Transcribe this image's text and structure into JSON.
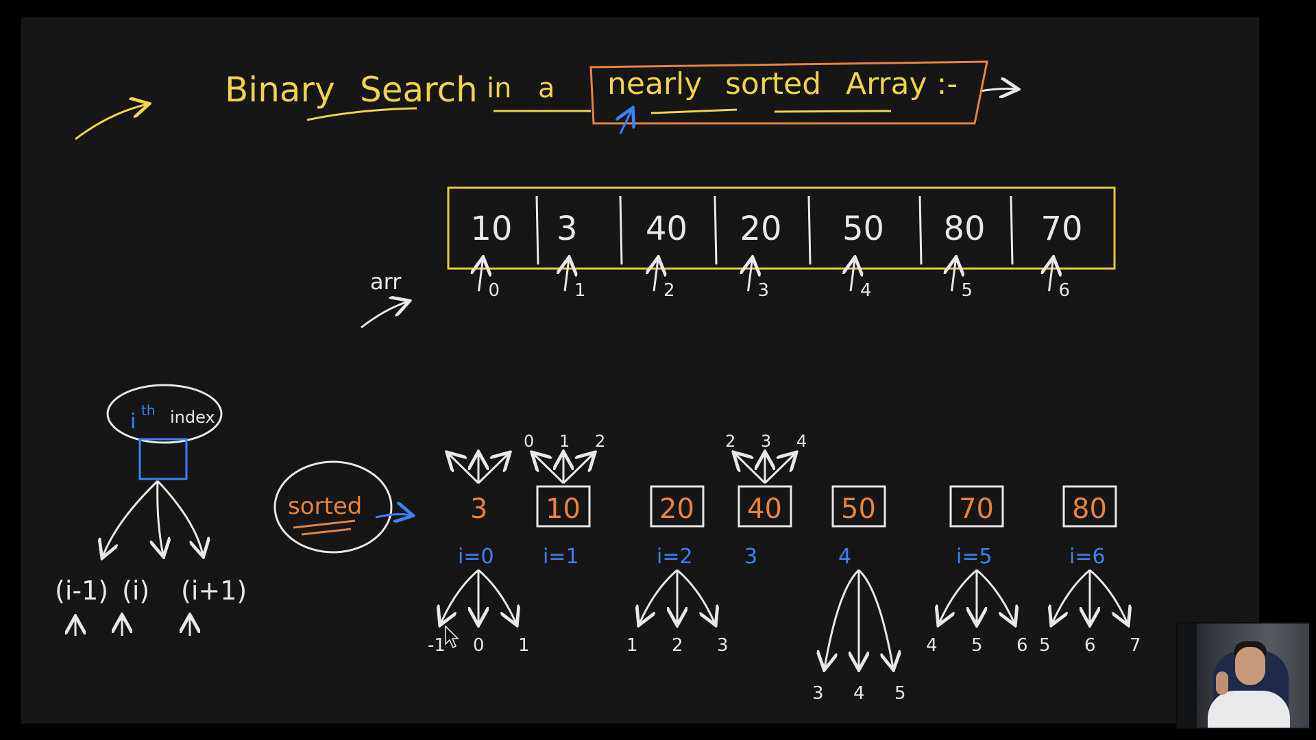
{
  "title": {
    "words": [
      "Binary",
      "Search",
      "in",
      "a",
      "nearly",
      "sorted",
      "Array :-"
    ]
  },
  "array": {
    "name": "arr",
    "values": [
      "10",
      "3",
      "40",
      "20",
      "50",
      "80",
      "70"
    ],
    "indices": [
      "0",
      "1",
      "2",
      "3",
      "4",
      "5",
      "6"
    ]
  },
  "ith_diagram": {
    "bubble_label": "i",
    "bubble_sup": "th",
    "bubble_text": "index",
    "children": [
      "(i-1)",
      "(i)",
      "(i+1)"
    ]
  },
  "sorted_label": "sorted",
  "sorted_sequence": [
    {
      "value": "3",
      "index": "i=0",
      "top": [
        "",
        "",
        ""
      ],
      "bottom": [
        "-1",
        "0",
        "1"
      ]
    },
    {
      "value": "10",
      "index": "i=1",
      "top": [
        "0",
        "1",
        "2"
      ],
      "bottom": []
    },
    {
      "value": "20",
      "index": "i=2",
      "top": [],
      "bottom": [
        "1",
        "2",
        "3"
      ]
    },
    {
      "value": "40",
      "index": "3",
      "top": [
        "2",
        "3",
        "4"
      ],
      "bottom": []
    },
    {
      "value": "50",
      "index": "4",
      "top": [],
      "bottom": [
        "3",
        "4",
        "5"
      ]
    },
    {
      "value": "70",
      "index": "i=5",
      "top": [],
      "bottom": [
        "4",
        "5",
        "6"
      ]
    },
    {
      "value": "80",
      "index": "i=6",
      "top": [],
      "bottom": [
        "5",
        "6",
        "7"
      ]
    }
  ],
  "colors": {
    "board": "#161616",
    "chalk": "#e8e8e8",
    "yellow": "#f0d34a",
    "orange": "#e8843a",
    "blue": "#3b82f6",
    "box_yellow": "#e8c93a"
  },
  "icons": {
    "cursor": "mouse-pointer-icon",
    "webcam": "presenter-webcam"
  }
}
